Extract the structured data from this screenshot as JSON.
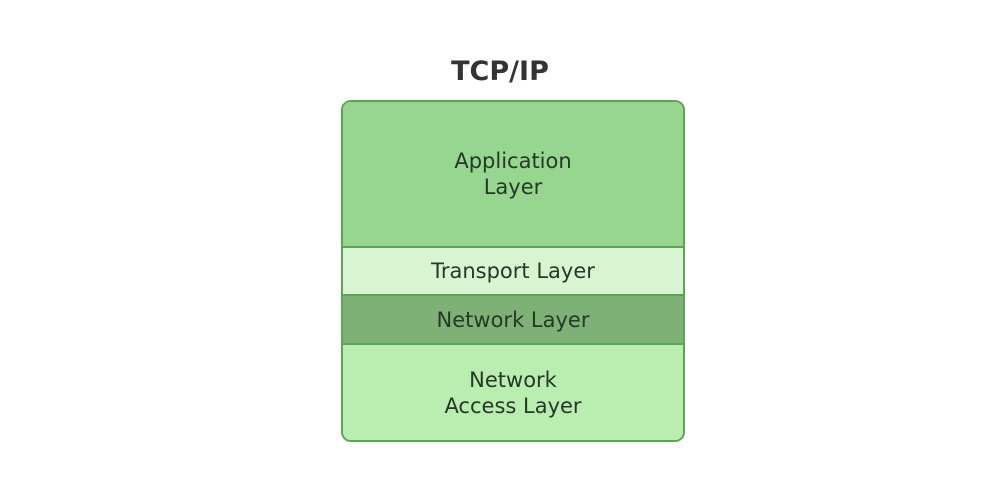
{
  "title": "TCP/IP",
  "layers": [
    {
      "label": "Application\nLayer",
      "color": "#96d68f"
    },
    {
      "label": "Transport Layer",
      "color": "#d8f5d2"
    },
    {
      "label": "Network Layer",
      "color": "#7db176"
    },
    {
      "label": "Network\nAccess Layer",
      "color": "#b9eeb0"
    }
  ]
}
